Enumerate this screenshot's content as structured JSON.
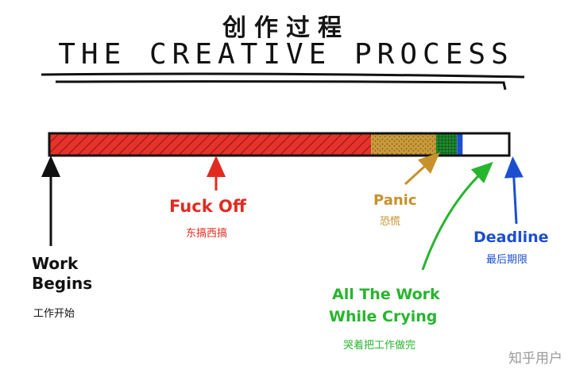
{
  "title_zh": "创作过程",
  "title_en": "THE CREATIVE PROCESS",
  "phases": [
    {
      "label": "Fuck Off",
      "label_zh": "东搞西搞",
      "fraction": 0.6996,
      "color": "#e5322b"
    },
    {
      "label": "Panic",
      "label_zh": "恐慌",
      "fraction": 0.1414,
      "color": "#c89a3a"
    },
    {
      "label": "All The Work While Crying",
      "label_zh": "哭着把工作做完",
      "fraction": 0.0455,
      "color": "#1f8a2e"
    },
    {
      "label": "Deadline",
      "label_zh": "最后期限",
      "fraction": 0.0121,
      "color": "#1c4fd0"
    }
  ],
  "start": {
    "label_line1": "Work",
    "label_line2": "Begins",
    "label_zh": "工作开始"
  },
  "labels": {
    "fuck_off": "Fuck Off",
    "fuck_off_zh": "东搞西搞",
    "panic": "Panic",
    "panic_zh": "恐慌",
    "all_work_line1": "All The Work",
    "all_work_line2": "While Crying",
    "all_work_zh": "哭着把工作做完",
    "deadline": "Deadline",
    "deadline_zh": "最后期限"
  },
  "watermark": "知乎用户"
}
